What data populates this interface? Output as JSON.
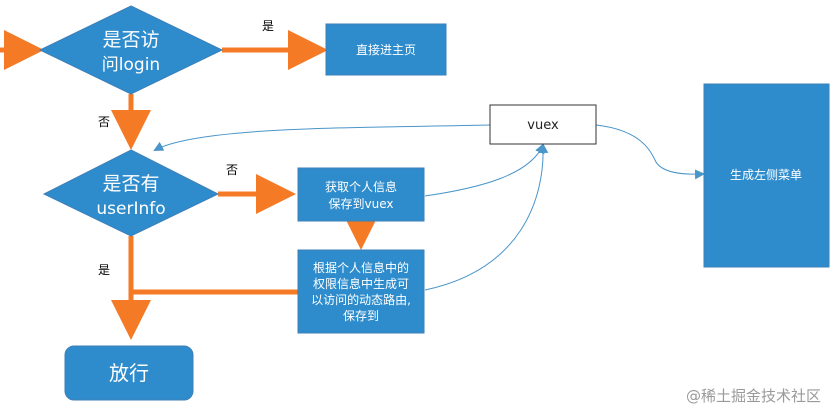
{
  "nodes": {
    "visit_login": {
      "lines": [
        "是否访",
        "问login"
      ]
    },
    "goto_home": {
      "text": "直接进主页"
    },
    "has_userinfo": {
      "lines": [
        "是否有",
        "userInfo"
      ]
    },
    "fetch_userinfo": {
      "lines": [
        "获取个人信息",
        "保存到vuex"
      ]
    },
    "gen_routes": {
      "lines": [
        "根据个人信息中的",
        "权限信息中生成可",
        "以访问的动态路由,",
        "保存到"
      ]
    },
    "vuex": {
      "text": "vuex"
    },
    "gen_menu": {
      "text": "生成左侧菜单"
    },
    "allow": {
      "text": "放行"
    }
  },
  "edge_labels": {
    "login_yes": "是",
    "login_no": "否",
    "userinfo_no": "否",
    "userinfo_yes": "是"
  },
  "watermark": "@稀土掘金技术社区",
  "colors": {
    "node_fill": "#2e8ccd",
    "node_stroke": "#3d7fb8",
    "arrow_orange": "#f47a25",
    "thin_arrow": "#4a95c9",
    "vuex_fill": "#ffffff",
    "vuex_stroke": "#333333"
  }
}
